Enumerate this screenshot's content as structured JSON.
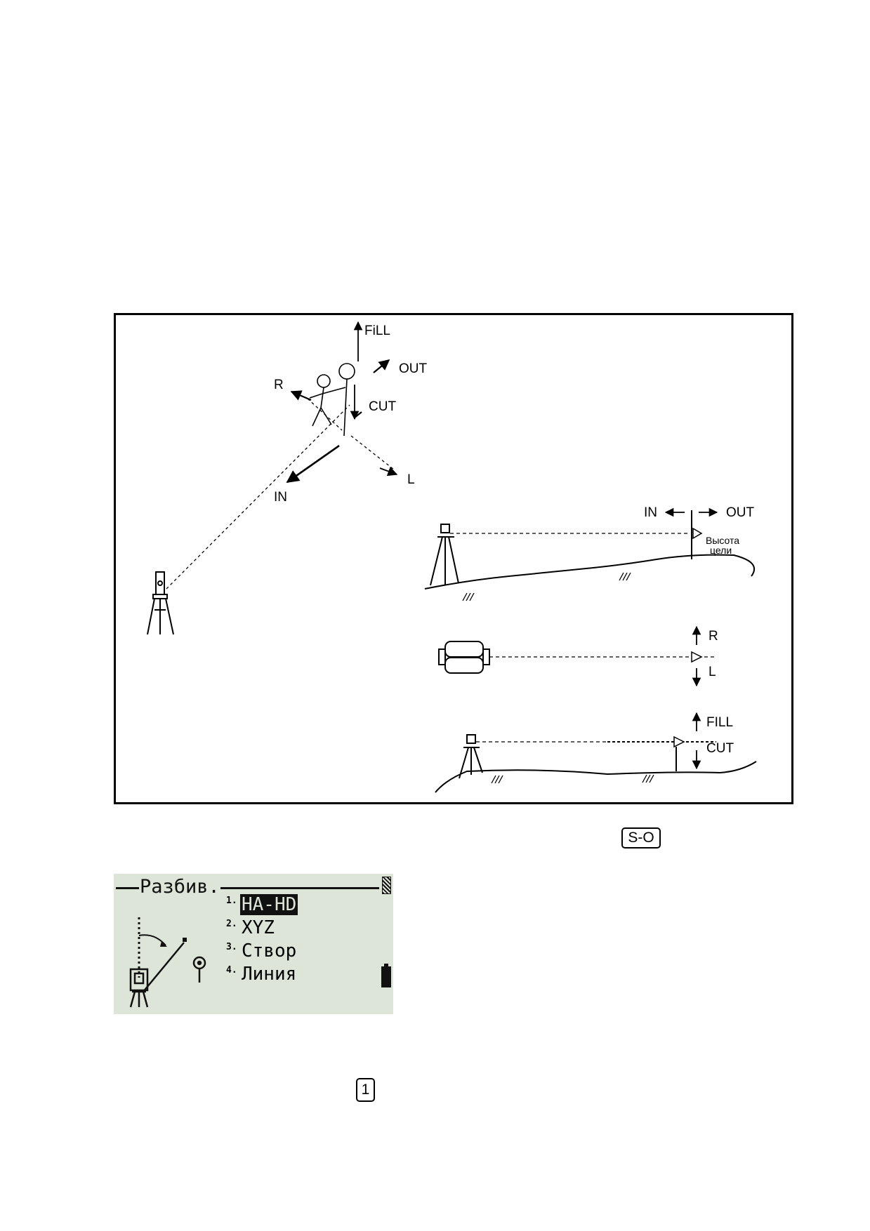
{
  "figure": {
    "perspective": {
      "fill": "FiLL",
      "out": "OUT",
      "cut": "CUT",
      "r": "R",
      "in": "IN",
      "l": "L"
    },
    "side_view": {
      "in": "IN",
      "out": "OUT",
      "target_height_line1": "Высота",
      "target_height_line2": "цели"
    },
    "top_view": {
      "r": "R",
      "l": "L"
    },
    "elevation_view": {
      "fill": "FILL",
      "cut": "CUT"
    }
  },
  "keys": {
    "stakeout": "S-O",
    "one": "1"
  },
  "lcd": {
    "title": "Разбив.",
    "items": [
      {
        "num": "1.",
        "label": "HA-HD",
        "selected": true
      },
      {
        "num": "2.",
        "label": "XYZ",
        "selected": false
      },
      {
        "num": "3.",
        "label": "Створ",
        "selected": false
      },
      {
        "num": "4.",
        "label": "Линия",
        "selected": false
      }
    ],
    "background_color": "#dde5d8",
    "icons": [
      "total-station-icon",
      "target-prism-icon",
      "scroll-indicator-icon",
      "battery-icon"
    ]
  }
}
